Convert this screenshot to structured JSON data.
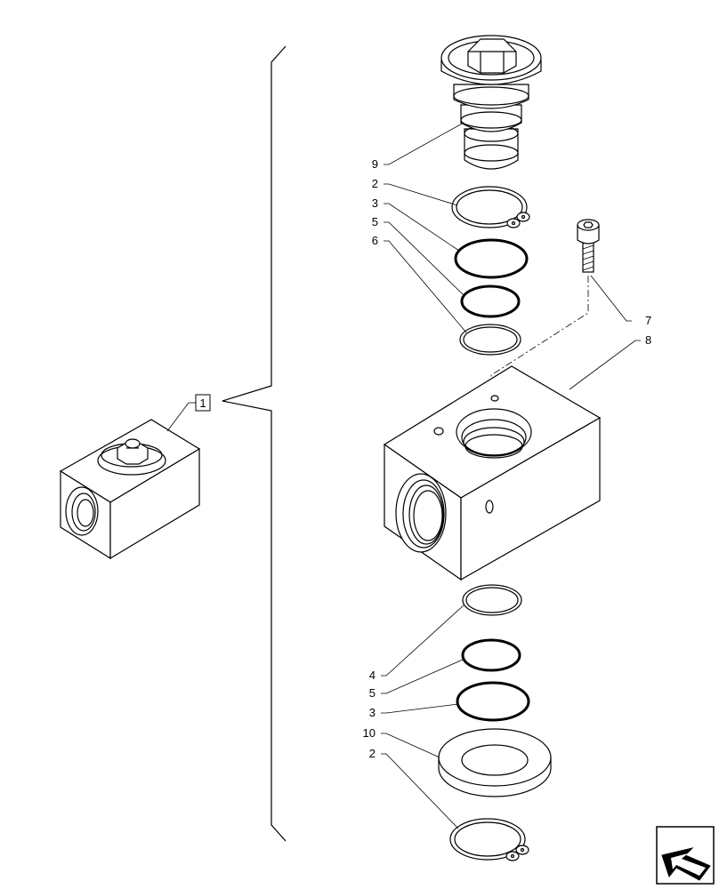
{
  "assembly_label": "1",
  "callouts": {
    "c9": "9",
    "c2_top": "2",
    "c3_top": "3",
    "c5_top": "5",
    "c6": "6",
    "c7": "7",
    "c8": "8",
    "c4": "4",
    "c5_bottom": "5",
    "c3_bottom": "3",
    "c10": "10",
    "c2_bottom": "2"
  },
  "icons": {
    "nav": "next-page-arrow-icon"
  }
}
